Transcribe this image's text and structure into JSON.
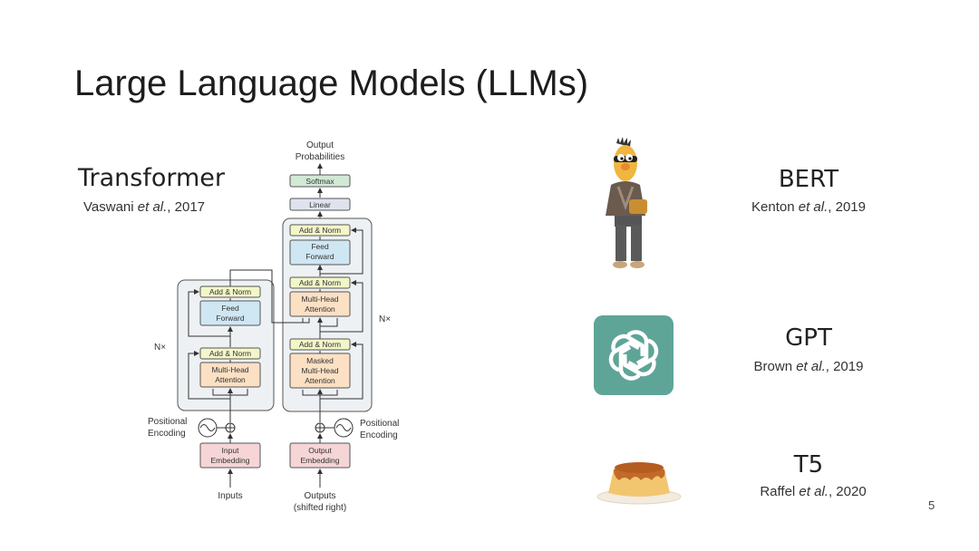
{
  "slide": {
    "title": "Large Language Models (LLMs)",
    "page_number": "5"
  },
  "transformer": {
    "name": "Transformer",
    "citation": {
      "author": "Vaswani ",
      "etal": "et al.",
      "year": ", 2017"
    }
  },
  "diagram": {
    "output_probabilities": [
      "Output",
      "Probabilities"
    ],
    "softmax": "Softmax",
    "linear": "Linear",
    "add_norm": "Add & Norm",
    "feed_forward": [
      "Feed",
      "Forward"
    ],
    "multi_head_attention": [
      "Multi-Head",
      "Attention"
    ],
    "masked_multi_head_attention": [
      "Masked",
      "Multi-Head",
      "Attention"
    ],
    "nx": "N×",
    "positional_encoding": [
      "Positional",
      "Encoding"
    ],
    "input_embedding": [
      "Input",
      "Embedding"
    ],
    "output_embedding": [
      "Output",
      "Embedding"
    ],
    "inputs": "Inputs",
    "outputs": [
      "Outputs",
      "(shifted right)"
    ]
  },
  "models": {
    "bert": {
      "name": "BERT",
      "citation": {
        "author": "Kenton ",
        "etal": "et al.",
        "year": ", 2019"
      },
      "icon": "bert-character-icon"
    },
    "gpt": {
      "name": "GPT",
      "citation": {
        "author": "Brown ",
        "etal": "et al.",
        "year": ", 2019"
      },
      "icon": "openai-logo-icon",
      "icon_color": "#5fa597"
    },
    "t5": {
      "name": "T5",
      "citation": {
        "author": "Raffel ",
        "etal": "et al.",
        "year": ", 2020"
      },
      "icon": "flan-dessert-icon"
    }
  },
  "colors": {
    "add_norm": "#f3f6c8",
    "feed_forward": "#cfe6f3",
    "attention": "#fbe0c4",
    "embedding": "#f6d5d6",
    "linear": "#dfe3ef",
    "softmax": "#d2e9d6",
    "block_bg": "#eef1f4",
    "gpt_tile": "#5fa597"
  }
}
